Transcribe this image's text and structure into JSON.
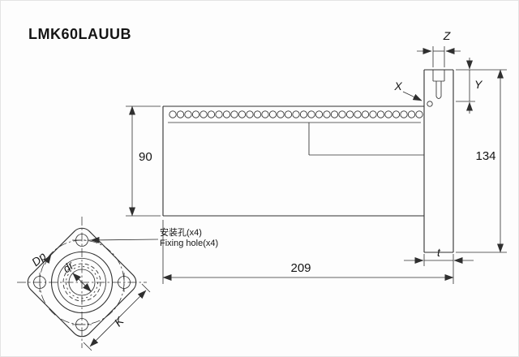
{
  "title": "LMK60LAUUB",
  "colors": {
    "line": "#2f2f2f",
    "text": "#151515",
    "background": "#fdfdfd"
  },
  "side_view": {
    "dim_height_body": "90",
    "dim_height_flange": "134",
    "dim_length": "209",
    "dim_flange_thickness": "t",
    "dim_groove_width": "Z",
    "dim_step": "X",
    "dim_depth": "Y"
  },
  "front_view": {
    "dim_pitch_diameter": "Dp",
    "dim_bore": "dr",
    "dim_flange_square": "K",
    "note_line1": "安装孔(x4)",
    "note_line2": "Fixing hole(x4)"
  }
}
